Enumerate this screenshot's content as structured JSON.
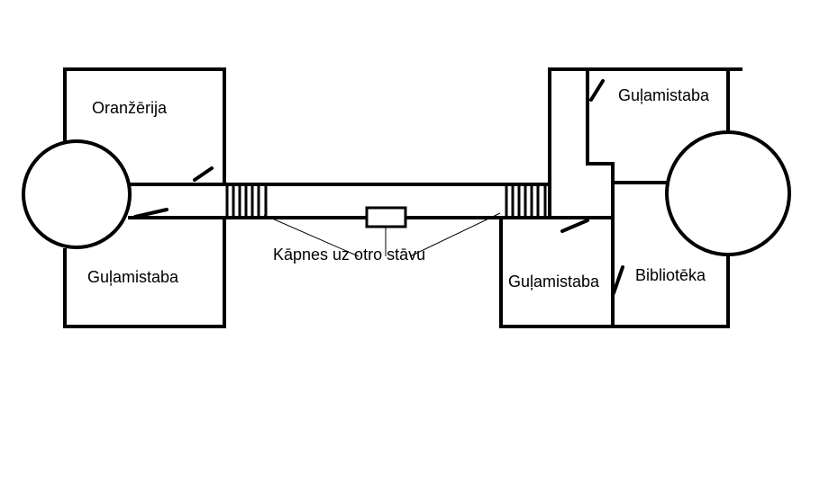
{
  "rooms": {
    "orangery": "Oranžērija",
    "bedroom_left": "Guļamistaba",
    "bedroom_top_right": "Guļamistaba",
    "bedroom_bottom_right": "Guļamistaba",
    "library": "Bibliotēka"
  },
  "stairs_label": "Kāpnes uz otro stāvu"
}
